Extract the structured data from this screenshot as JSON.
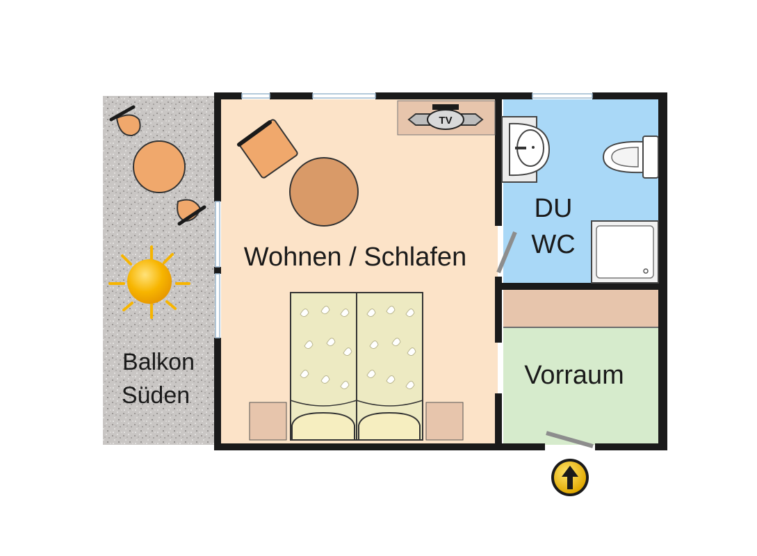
{
  "rooms": {
    "living": {
      "label": "Wohnen / Schlafen"
    },
    "bath": {
      "label_line1": "DU",
      "label_line2": "WC"
    },
    "hall": {
      "label": "Vorraum"
    },
    "balcony": {
      "label_line1": "Balkon",
      "label_line2": "Süden"
    }
  },
  "furniture": {
    "tv_label": "TV"
  },
  "colors": {
    "living": "#fce3c8",
    "bath": "#a9d8f7",
    "hall": "#d6ebcc",
    "wardrobe": "#e7c5ac",
    "balcony": "#c9c6c4",
    "wall": "#1a1a1a",
    "wood": "#f0a86c",
    "table": "#d99a68",
    "sun": "#f7b500",
    "entrance": "#f5c400"
  },
  "icons": [
    "sun-icon",
    "entrance-arrow-icon",
    "tv-icon",
    "washbasin-icon",
    "toilet-icon",
    "shower-icon"
  ]
}
